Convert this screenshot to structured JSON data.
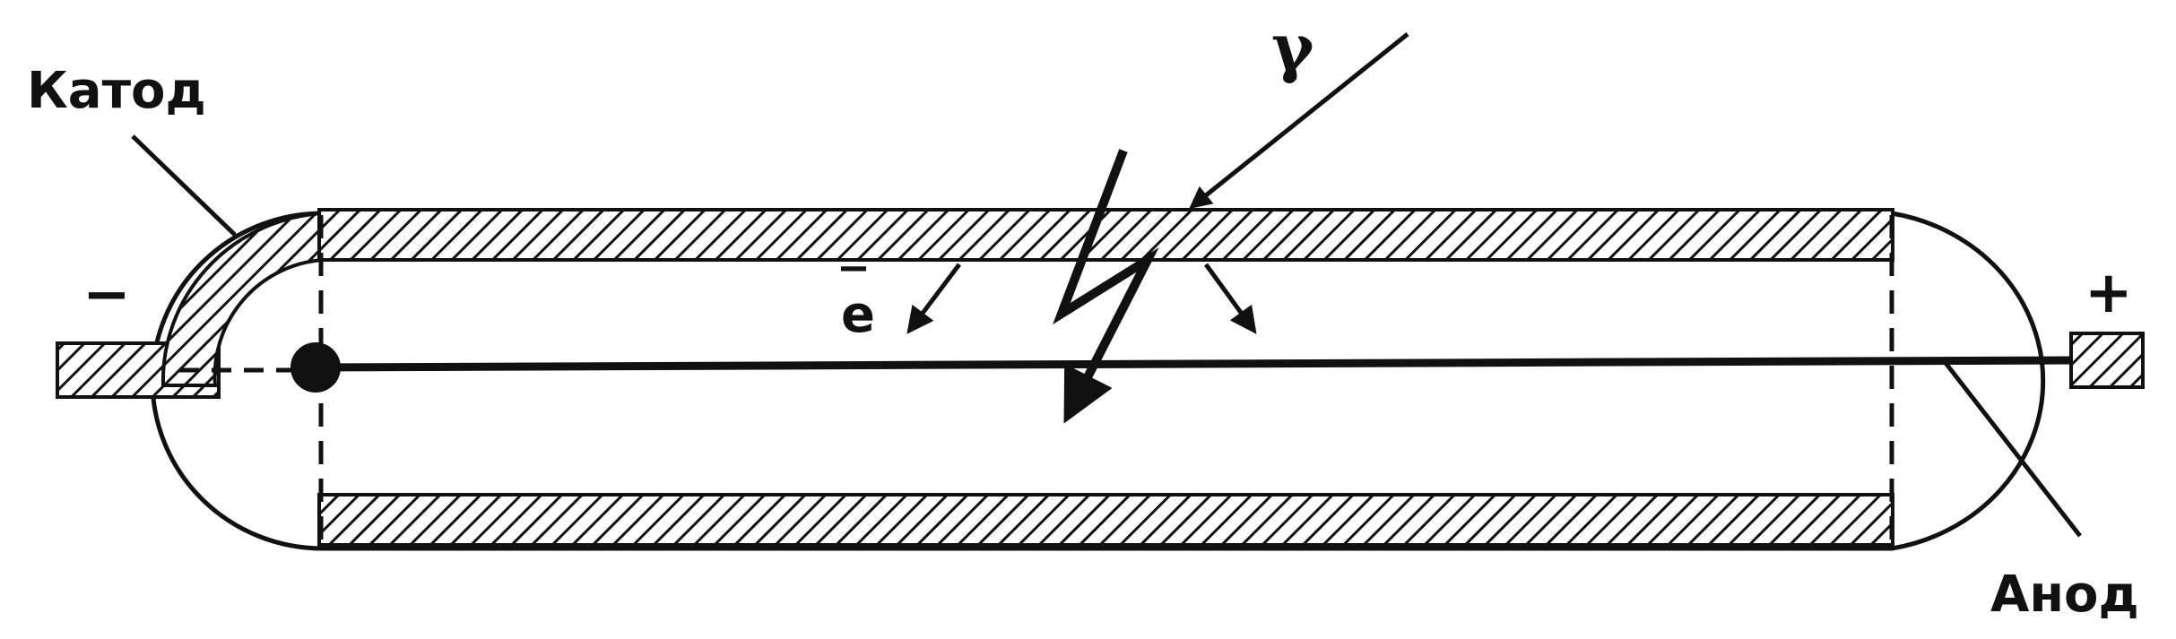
{
  "labels": {
    "cathode": "Катод",
    "anode": "Анод",
    "minus": "−",
    "plus": "+",
    "gamma": "γ",
    "electron": "e",
    "electron_bar": "‾"
  },
  "colors": {
    "stroke": "#111111",
    "hatch": "#111111",
    "background": "#ffffff"
  }
}
